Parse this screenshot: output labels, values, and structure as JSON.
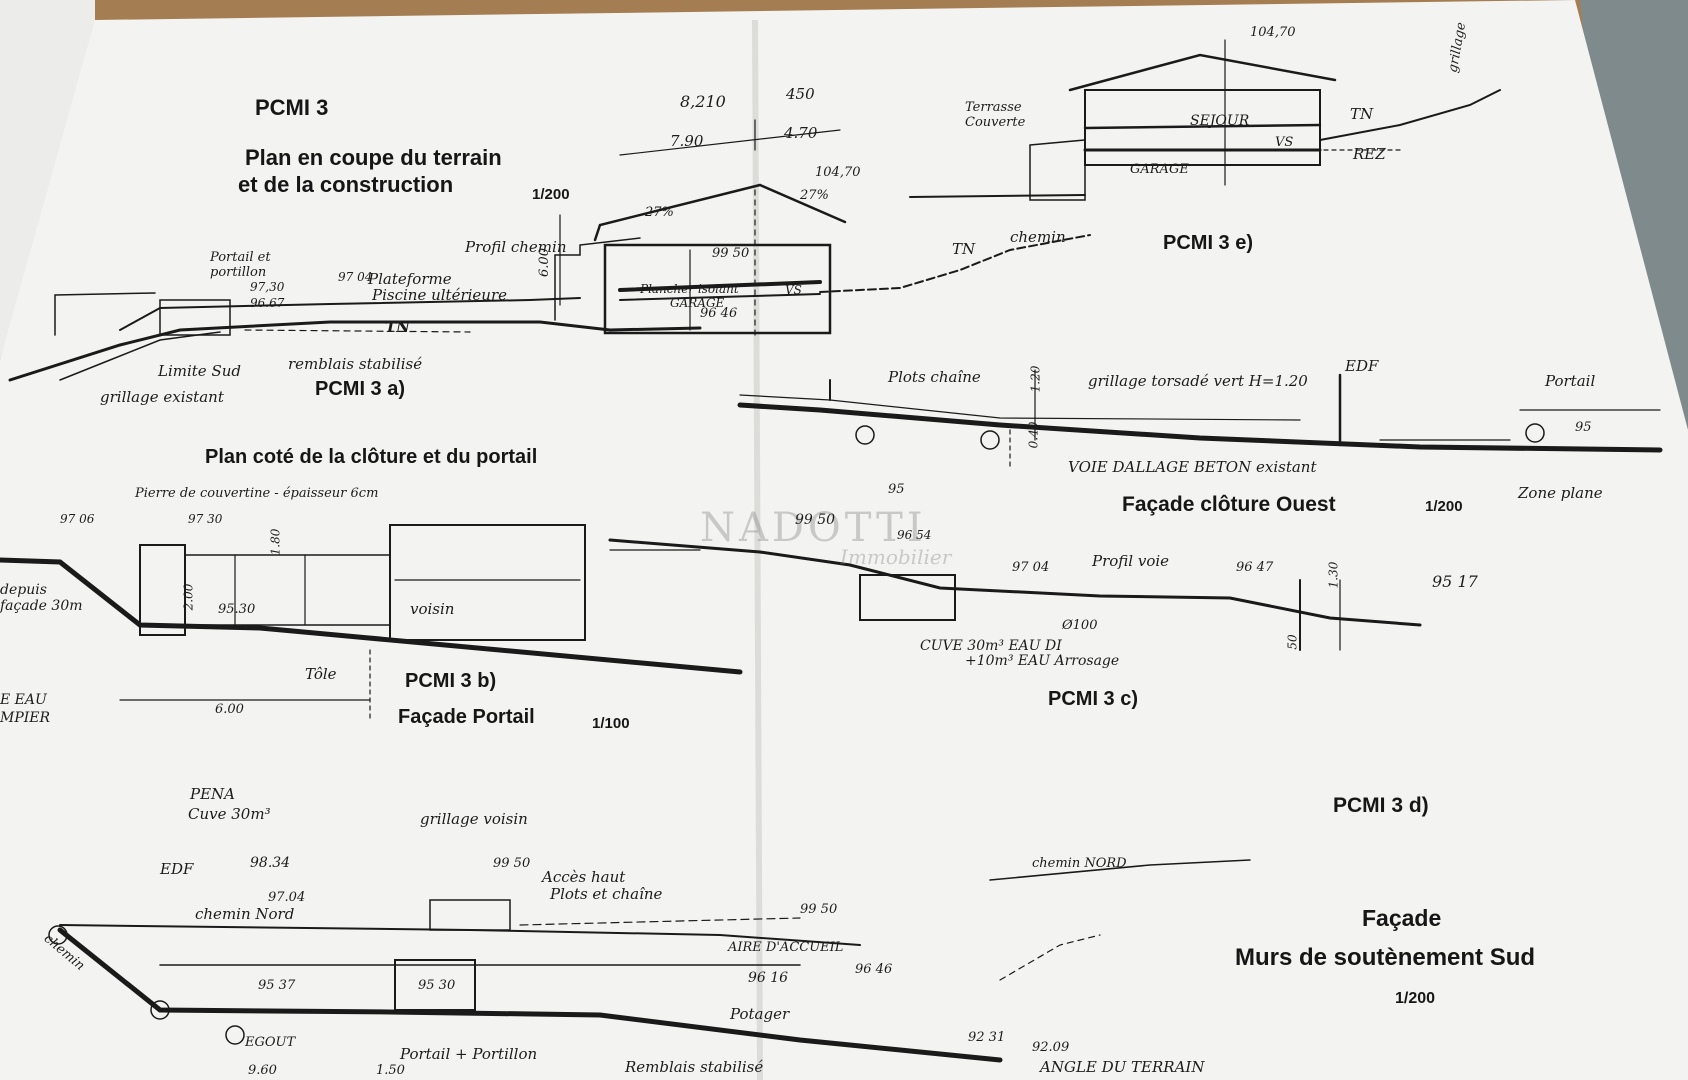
{
  "headings": {
    "pcmi3": "PCMI 3",
    "section_title_1": "Plan en coupe du terrain",
    "section_title_2": "et de la construction",
    "section_scale": "1/200",
    "pcmi3a": "PCMI 3  a)",
    "pcmi3e": "PCMI 3  e)",
    "cloture_plan": "Plan coté de la clôture et du portail",
    "pcmi3b": "PCMI 3  b)",
    "facade_portail": "Façade Portail",
    "facade_portail_scale": "1/100",
    "facade_cloture": "Façade clôture Ouest",
    "facade_cloture_scale": "1/200",
    "pcmi3c": "PCMI 3  c)",
    "pcmi3d": "PCMI 3  d)",
    "facade_sud_1": "Façade",
    "facade_sud_2": "Murs de soutènement  Sud",
    "facade_sud_scale": "1/200"
  },
  "annotations": {
    "portail": "Portail et portillon",
    "plateforme": "Plateforme",
    "piscine": "Piscine ultérieure",
    "tn": "TN",
    "remblais": "remblais stabilisé",
    "limite_sud": "Limite Sud",
    "grillage_existant": "grillage existant",
    "profil_chemin": "Profil chemin",
    "plancher": "Plancher isolant",
    "garage": "GARAGE",
    "vs": "VS",
    "chemin": "chemin",
    "terrasse": "Terrasse Couverte",
    "sejour": "SEJOUR",
    "rez": "REZ",
    "grillage_top": "grillage",
    "pierre": "Pierre de couvertine - épaisseur 6cm",
    "voisin": "voisin",
    "tole": "Tôle",
    "plots_chaine": "Plots chaîne",
    "grillage_rigide": "grillage torsadé vert H=1.20",
    "edf": "EDF",
    "portail_right": "Portail",
    "voie": "VOIE DALLAGE BETON existant",
    "zone_plane": "Zone plane",
    "profil_voie": "Profil voie",
    "cuve": "CUVE 30m³ EAU DI",
    "cuve_2": "+10m³ EAU Arrosage",
    "pena": "PENA",
    "cuve_30": "Cuve 30m³",
    "grillage_voisin": "grillage voisin",
    "acces_haut": "Accès haut",
    "plots_chaine_2": "Plots et chaîne",
    "chemin_nord": "chemin Nord",
    "chemin_nord_2": "chemin NORD",
    "aire": "AIRE D'ACCUEIL",
    "potager": "Potager",
    "egout": "EGOUT",
    "portail_portillon": "Portail + Portillon",
    "remblais_2": "Remblais stabilisé",
    "angle": "ANGLE DU TERRAIN",
    "chemin_small": "chemin",
    "depuis": "depuis façade 30m",
    "eau": "E EAU",
    "ampier": "MPIER"
  },
  "dimensions": {
    "d_8210": "8,210",
    "d_450": "450",
    "d_790": "7.90",
    "d_470": "4.70",
    "d_10470a": "104,70",
    "d_10470b": "104,70",
    "d_27a": "27%",
    "d_27b": "27%",
    "d_600": "6.00",
    "d_9950": "99 50",
    "d_9646": "96 46",
    "d_9730": "97,30",
    "d_9667": "96.67",
    "d_9704": "97 04",
    "d_120": "1.20",
    "d_040": "0.40",
    "d_95a": "95",
    "d_95b": "95",
    "d_9350": "99 50",
    "d_9654": "96 54",
    "d_9704b": "97 04",
    "d_9647": "96 47",
    "d_100": "Ø100",
    "d_9517": "95 17",
    "d_130": "1.30",
    "d_50": "50",
    "d_9704c": "97 06",
    "d_9730b": "97 30",
    "d_180": "1.80",
    "d_200": "2.00",
    "d_9530": "95.30",
    "d_600b": "6.00",
    "d_9834": "98.34",
    "d_9704d": "97.04",
    "d_9950b": "99 50",
    "d_9950c": "99 50",
    "d_9616": "96 16",
    "d_9646b": "96 46",
    "d_9537": "95 37",
    "d_9530b": "95 30",
    "d_9231": "92 31",
    "d_9209": "92.09",
    "d_960": "9.60",
    "d_150": "1.50"
  },
  "watermark": {
    "name": "NADOTTI",
    "sub": "Immobilier"
  }
}
